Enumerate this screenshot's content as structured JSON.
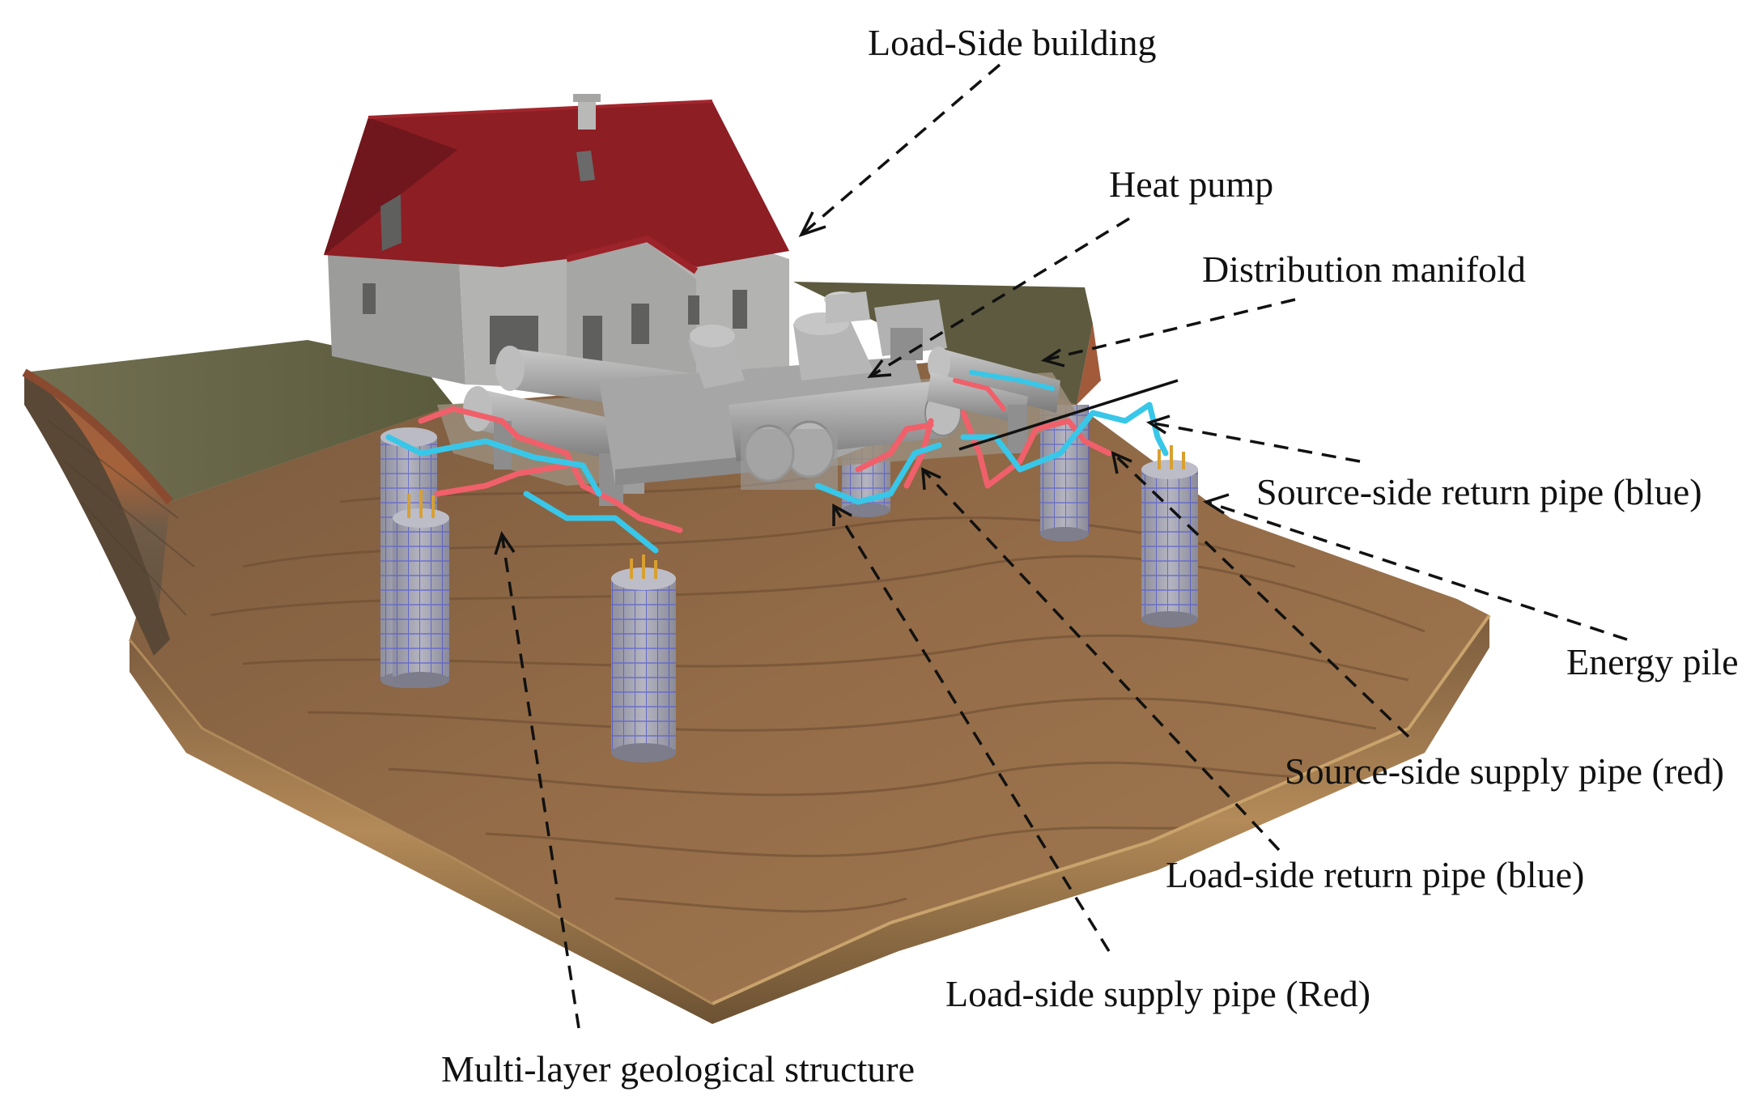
{
  "labels": {
    "load_side_building": "Load-Side building",
    "heat_pump": "Heat pump",
    "distribution_manifold": "Distribution manifold",
    "source_return": "Source-side return pipe (blue)",
    "energy_pile": "Energy pile",
    "source_supply": "Source-side supply pipe (red)",
    "load_return": "Load-side return pipe (blue)",
    "load_supply": "Load-side supply pipe (Red)",
    "geology": "Multi-layer geological structure"
  },
  "colors": {
    "roof": "#8c1e24",
    "wall": "#a8a8a6",
    "grass": "#6f6a45",
    "soil_top": "#a15a3a",
    "soil_mid": "#6d5a45",
    "ground": "#8a6442",
    "equipment": "#a9a9a9",
    "pipe_red": "#f0606a",
    "pipe_blue": "#38c7e8",
    "pile": "#9a9aa8",
    "rebar": "#4a52c8",
    "leader": "#111111"
  },
  "icons": [
    "house",
    "heat-pump-unit",
    "manifold",
    "energy-pile",
    "pipe-loop",
    "soil-block"
  ]
}
